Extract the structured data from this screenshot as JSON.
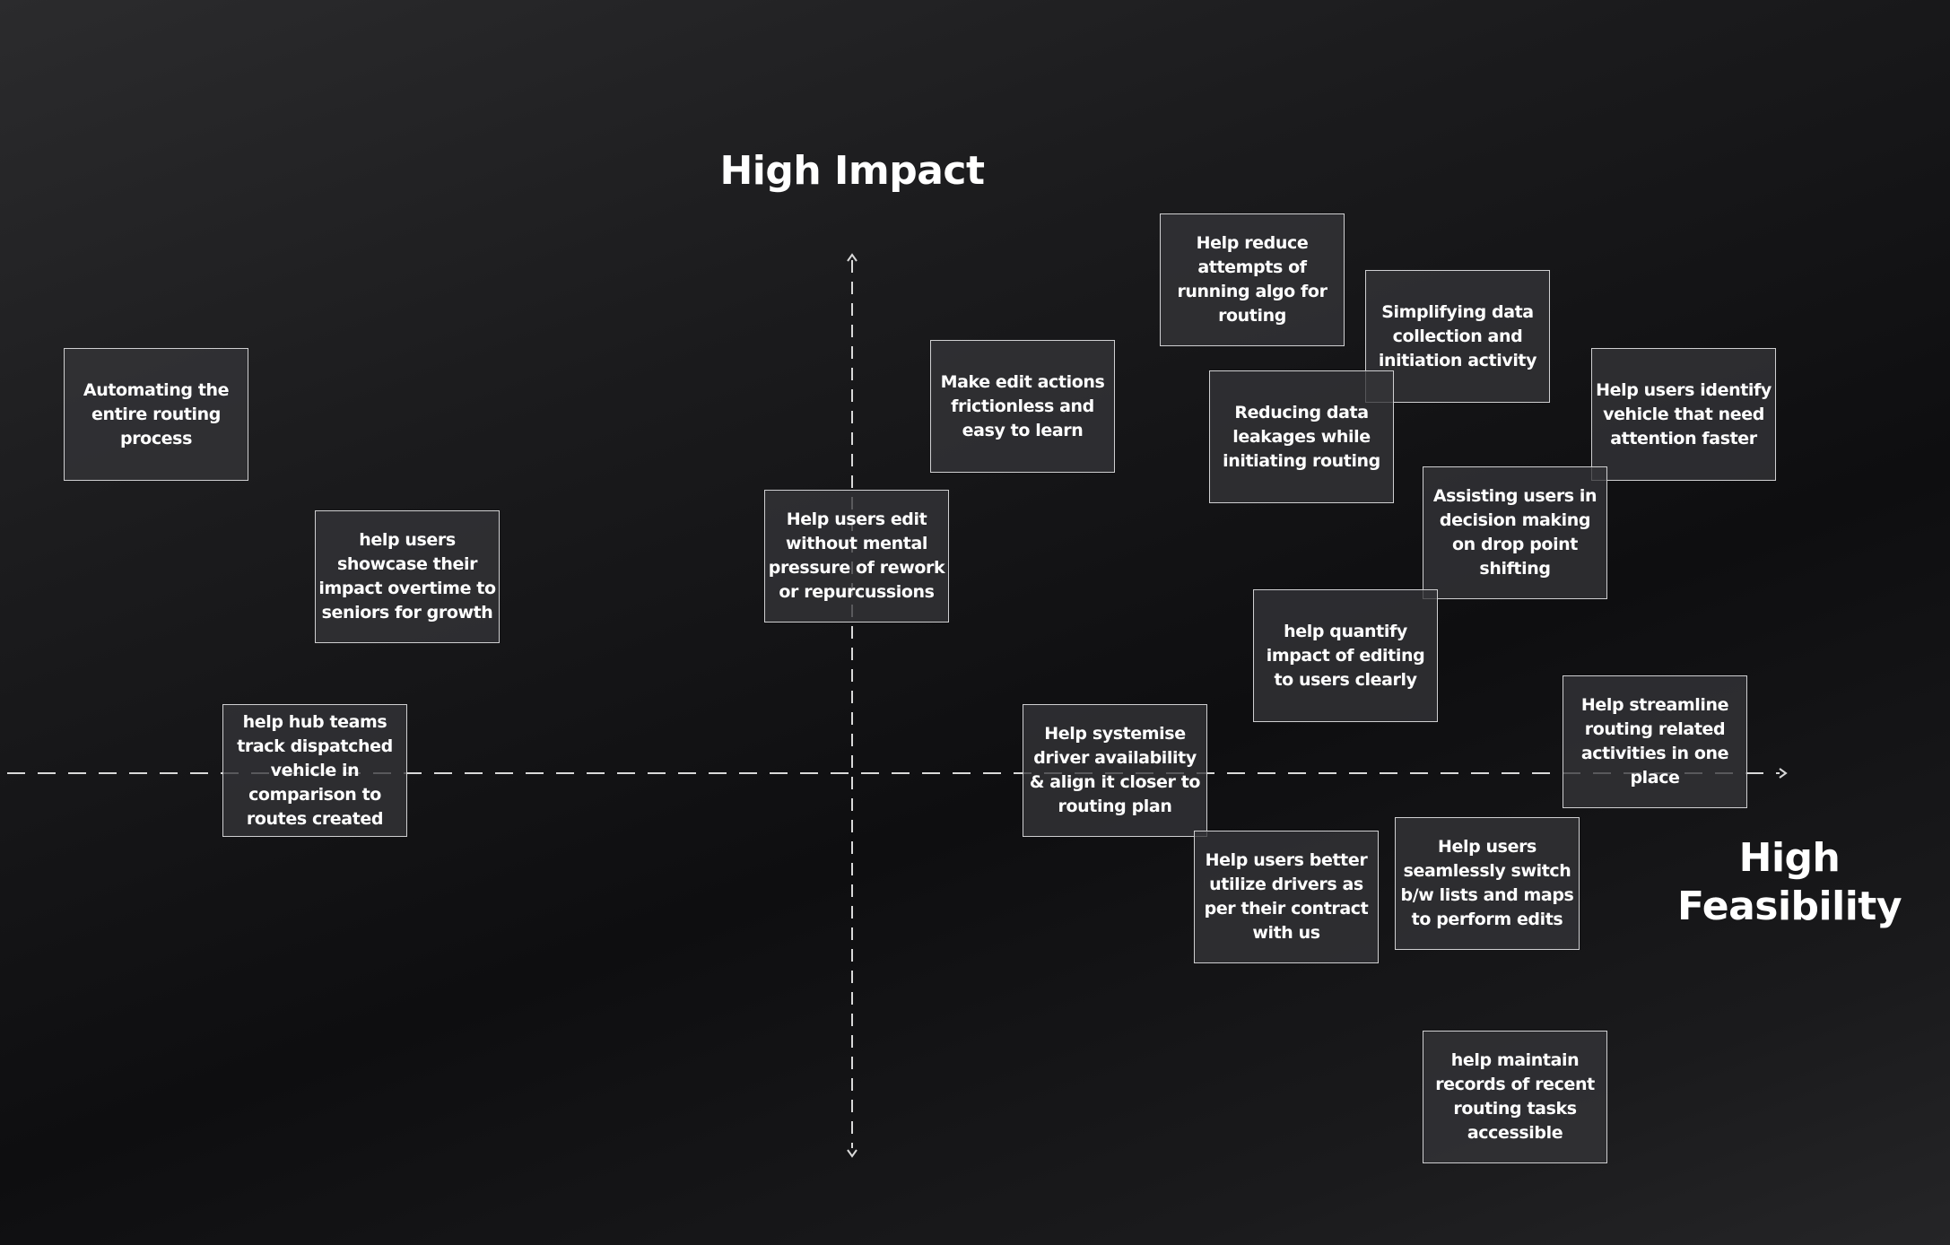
{
  "axes": {
    "vertical_label": "High Impact",
    "horizontal_label": "High Feasibility",
    "line_color": "#d9d9d9"
  },
  "colors": {
    "background": "#141416",
    "card_fill": "#343438",
    "card_border": "#cfcfd1",
    "text": "#ffffff"
  },
  "cards": [
    {
      "id": "automating-routing",
      "text": "Automating the entire routing process"
    },
    {
      "id": "showcase-impact",
      "text": "help users showcase their impact overtime to seniors for growth"
    },
    {
      "id": "track-dispatched",
      "text": "help hub teams track dispatched vehicle in comparison to routes created"
    },
    {
      "id": "edit-without-pressure",
      "text": "Help users edit without mental pressure of rework or repurcussions"
    },
    {
      "id": "edit-frictionless",
      "text": "Make edit actions frictionless and easy to learn"
    },
    {
      "id": "reduce-attempts",
      "text": "Help reduce attempts of running algo for routing"
    },
    {
      "id": "simplify-data",
      "text": "Simplifying data collection and initiation activity"
    },
    {
      "id": "reduce-leakages",
      "text": "Reducing data leakages while initiating routing"
    },
    {
      "id": "identify-vehicle",
      "text": "Help users identify vehicle that need attention faster"
    },
    {
      "id": "drop-point-shifting",
      "text": "Assisting users in decision making on drop point shifting"
    },
    {
      "id": "quantify-impact",
      "text": "help quantify impact of editing to users clearly"
    },
    {
      "id": "systemise-driver",
      "text": "Help systemise driver availability & align it closer to routing plan"
    },
    {
      "id": "streamline-routing",
      "text": "Help streamline routing related activities in one place"
    },
    {
      "id": "utilize-drivers",
      "text": "Help users better utilize drivers as per their contract with us"
    },
    {
      "id": "switch-lists-maps",
      "text": "Help users seamlessly switch b/w lists and maps to perform edits"
    },
    {
      "id": "maintain-records",
      "text": "help maintain records of recent routing tasks accessible"
    }
  ]
}
